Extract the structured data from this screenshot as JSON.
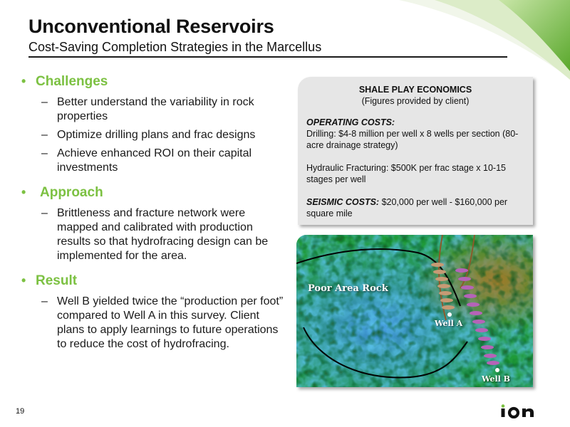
{
  "header": {
    "title": "Unconventional Reservoirs",
    "subtitle": "Cost-Saving Completion Strategies in the Marcellus"
  },
  "sections": [
    {
      "heading": "Challenges",
      "items": [
        "Better understand the variability in rock properties",
        "Optimize drilling plans and frac designs",
        "Achieve enhanced ROI on their capital investments"
      ]
    },
    {
      "heading": "Approach",
      "items": [
        "Brittleness and fracture network were mapped and calibrated with production results so that hydrofracing design can be implemented for the area."
      ]
    },
    {
      "heading": "Result",
      "items": [
        "Well B yielded twice the “production per foot” compared to Well A in this survey. Client plans to apply learnings to future operations to reduce the cost of hydrofracing."
      ]
    }
  ],
  "bullet_symbol": "•",
  "dash_symbol": "–",
  "economics": {
    "title": "SHALE PLAY ECONOMICS",
    "note": "(Figures provided by client)",
    "operating_label": "OPERATING COSTS:",
    "drilling": "Drilling:  $4-8 million per well x 8 wells per section (80-acre drainage strategy)",
    "fracturing": "Hydraulic Fracturing:  $500K per frac  stage x 10-15 stages per well",
    "seismic_label": "SEISMIC COSTS:",
    "seismic_value": " $20,000 per well - $160,000 per square mile"
  },
  "map": {
    "poor_area_label": "Poor Area Rock",
    "well_a_label": "Well A",
    "well_b_label": "Well B"
  },
  "footer": {
    "page_number": "19",
    "logo_text": "ion"
  },
  "colors": {
    "accent_green": "#7cc142",
    "box_gray": "#e6e6e6"
  }
}
